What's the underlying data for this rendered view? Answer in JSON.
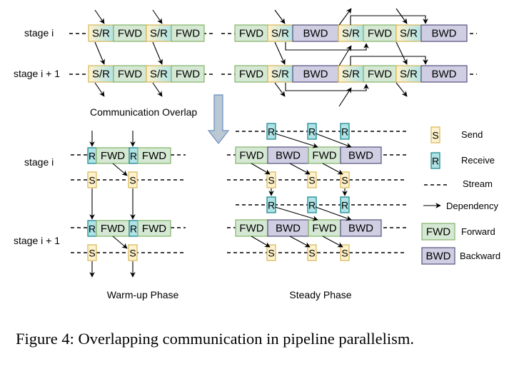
{
  "figure": {
    "caption": "Figure 4: Overlapping communication in pipeline parallelism.",
    "overlap_label": "Communication Overlap",
    "warmup_label": "Warm-up Phase",
    "steady_label": "Steady Phase"
  },
  "stages": {
    "top_stage_i": "stage i",
    "top_stage_i1": "stage i + 1",
    "bottom_stage_i": "stage i",
    "bottom_stage_i1": "stage i + 1"
  },
  "box_labels": {
    "sr": "S/R",
    "fwd": "FWD",
    "bwd": "BWD",
    "s": "S",
    "r": "R"
  },
  "top_left_sequence": [
    "S/R",
    "FWD",
    "S/R",
    "FWD"
  ],
  "top_right_sequence": [
    "FWD",
    "S/R",
    "BWD",
    "S/R",
    "FWD",
    "S/R",
    "BWD"
  ],
  "warmup_compute_sequence": [
    "R",
    "FWD",
    "R",
    "FWD"
  ],
  "warmup_send_sequence": [
    "S",
    "S"
  ],
  "steady_compute_sequence": [
    "FWD",
    "BWD",
    "FWD",
    "BWD"
  ],
  "steady_recv_sequence": [
    "R",
    "R",
    "R"
  ],
  "steady_send_sequence": [
    "S",
    "S",
    "S"
  ],
  "legend": [
    {
      "symbol": "S",
      "label": "Send"
    },
    {
      "symbol": "R",
      "label": "Receive"
    },
    {
      "symbol": "stream",
      "label": "Stream"
    },
    {
      "symbol": "arrow",
      "label": "Dependency"
    },
    {
      "symbol": "FWD",
      "label": "Forward"
    },
    {
      "symbol": "BWD",
      "label": "Backward"
    }
  ],
  "colors": {
    "fwd_fill": "#d5e8d4",
    "fwd_stroke": "#82b366",
    "bwd_fill": "#d0cee2",
    "bwd_stroke": "#56517e",
    "send_fill": "#fff2cc",
    "send_stroke": "#d6b656",
    "recv_fill": "#b0e3e6",
    "recv_stroke": "#0e8088",
    "arrow_fill": "#bac8d3",
    "arrow_stroke": "#23445d"
  }
}
